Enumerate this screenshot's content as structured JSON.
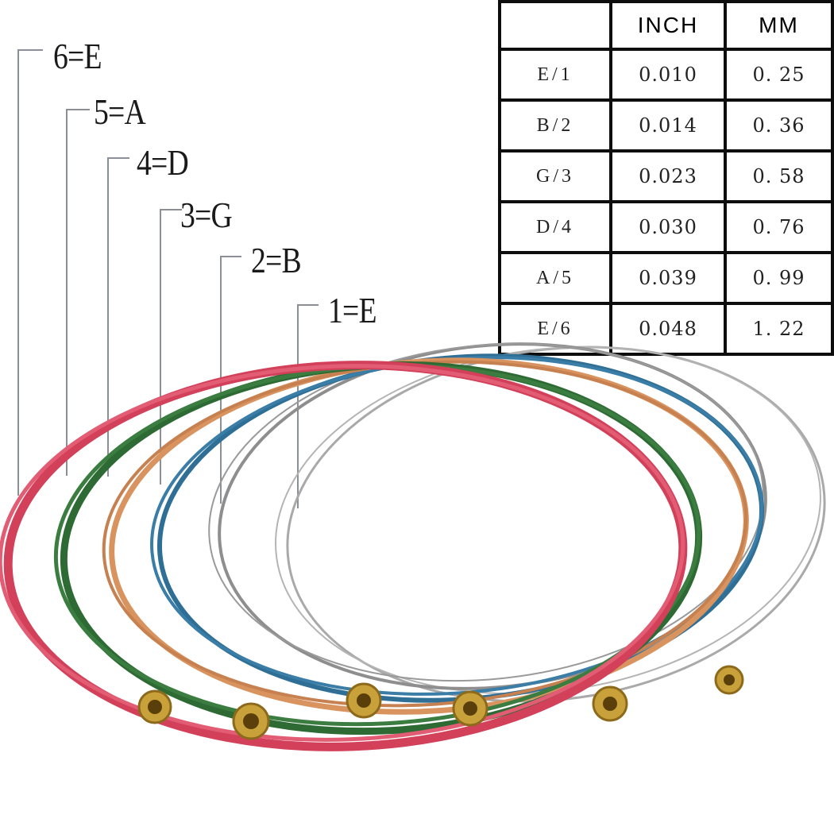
{
  "labels": [
    {
      "text": "6=E",
      "string": 6,
      "note": "E"
    },
    {
      "text": "5=A",
      "string": 5,
      "note": "A"
    },
    {
      "text": "4=D",
      "string": 4,
      "note": "D"
    },
    {
      "text": "3=G",
      "string": 3,
      "note": "G"
    },
    {
      "text": "2=B",
      "string": 2,
      "note": "B"
    },
    {
      "text": "1=E",
      "string": 1,
      "note": "E"
    }
  ],
  "table": {
    "headers": [
      "",
      "INCH",
      "MM"
    ],
    "rows": [
      {
        "string": "E/1",
        "inch": "0.010",
        "mm": "0. 25"
      },
      {
        "string": "B/2",
        "inch": "0.014",
        "mm": "0. 36"
      },
      {
        "string": "G/3",
        "inch": "0.023",
        "mm": "0. 58"
      },
      {
        "string": "D/4",
        "inch": "0.030",
        "mm": "0. 76"
      },
      {
        "string": "A/5",
        "inch": "0.039",
        "mm": "0. 99"
      },
      {
        "string": "E/6",
        "inch": "0.048",
        "mm": "1. 22"
      }
    ]
  },
  "string_colors": {
    "6": "#d2405a",
    "5": "#2e6b34",
    "4": "#d8935e",
    "3": "#2f6f96",
    "2": "#8e8e8e",
    "1": "#a9a9a9",
    "ball_end": "#c9a13a"
  }
}
